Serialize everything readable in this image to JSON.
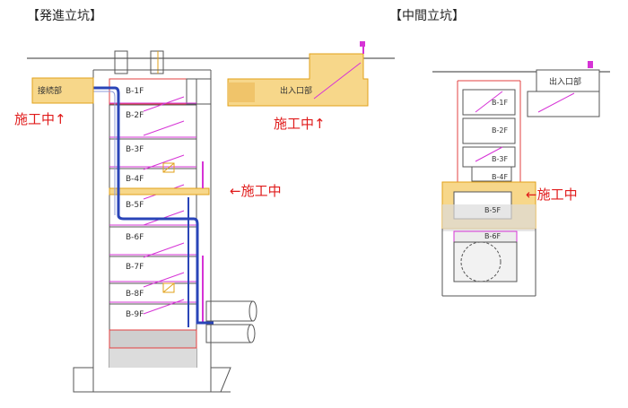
{
  "titles": {
    "left": "【発進立坑】",
    "right": "【中間立坑】"
  },
  "left_shaft": {
    "floors": [
      "B-1F",
      "B-2F",
      "B-3F",
      "B-4F",
      "B-5F",
      "B-6F",
      "B-7F",
      "B-8F",
      "B-9F"
    ],
    "connection_label": "接続部",
    "entrance_label": "出入口部"
  },
  "right_shaft": {
    "floors": [
      "B-1F",
      "B-2F",
      "B-3F",
      "B-4F",
      "B-5F",
      "B-6F"
    ],
    "entrance_label": "出入口部"
  },
  "status": {
    "label_up_left": "施工中↑",
    "label_up_mid": "施工中↑",
    "label_left_arrow_1": "←施工中",
    "label_left_arrow_2": "←施工中"
  },
  "colors": {
    "shaft_line": "#555555",
    "construction_fill": "#f7d78a",
    "construction_edge": "#e2a21a",
    "pipe": "#2a45b8",
    "magenta": "#d633d6",
    "red_line": "#e34040",
    "status_text": "#e01b1b"
  }
}
